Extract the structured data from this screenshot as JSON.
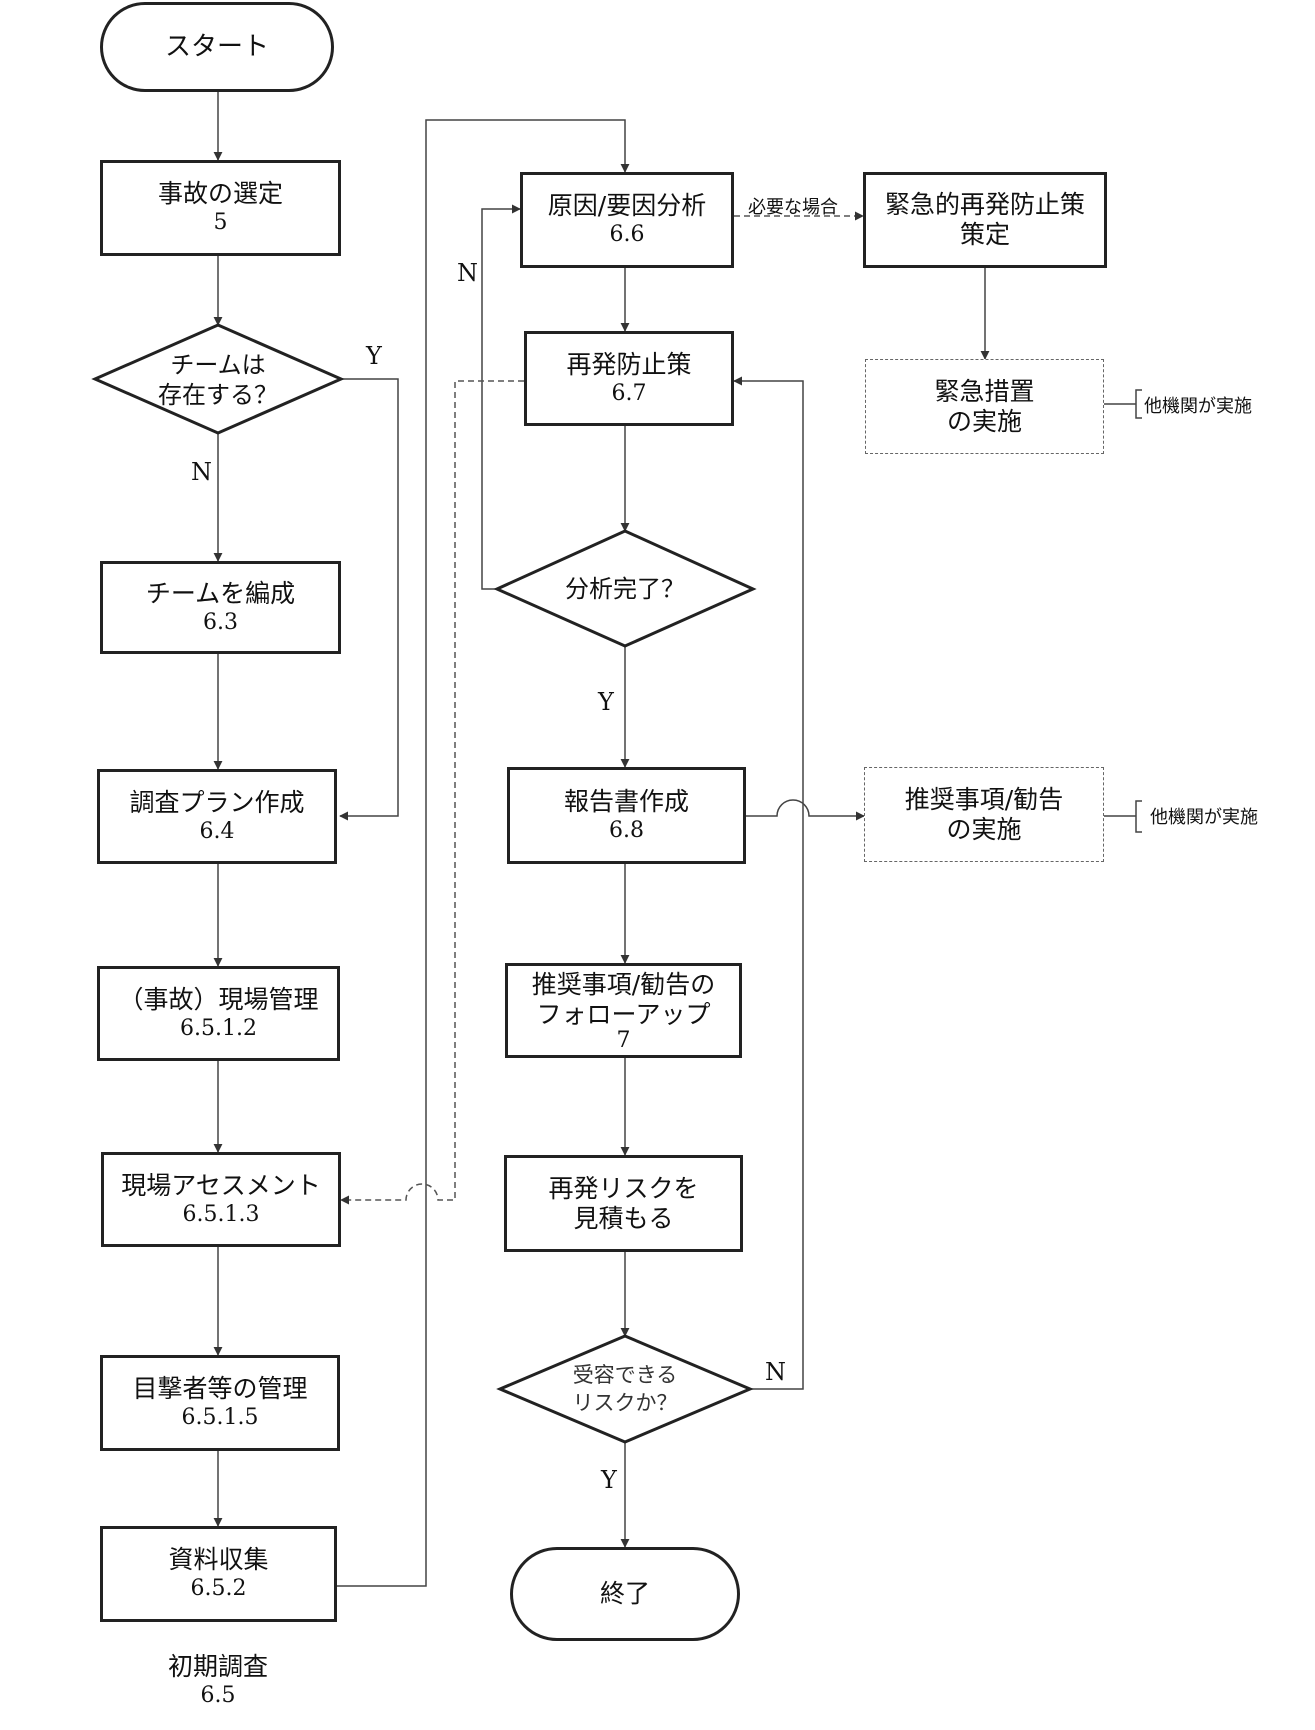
{
  "nodes": {
    "start": "スタート",
    "select": {
      "title": "事故の選定",
      "ref": "5"
    },
    "team_exists": {
      "line1": "チームは",
      "line2": "存在する？"
    },
    "form_team": {
      "title": "チームを編成",
      "ref": "6.3"
    },
    "plan": {
      "title": "調査プラン作成",
      "ref": "6.4"
    },
    "site": {
      "title": "（事故）現場管理",
      "ref": "6.5.1.2"
    },
    "assess": {
      "title": "現場アセスメント",
      "ref": "6.5.1.3"
    },
    "witness": {
      "title": "目撃者等の管理",
      "ref": "6.5.1.5"
    },
    "collect": {
      "title": "資料収集",
      "ref": "6.5.2"
    },
    "cause": {
      "title": "原因/要因分析",
      "ref": "6.6"
    },
    "prevent": {
      "title": "再発防止策",
      "ref": "6.7"
    },
    "analysis_done": "分析完了？",
    "report": {
      "title": "報告書作成",
      "ref": "6.8"
    },
    "followup": {
      "line1": "推奨事項/勧告の",
      "line2": "フォローアップ",
      "ref": "7"
    },
    "estimate": {
      "line1": "再発リスクを",
      "line2": "見積もる"
    },
    "acceptable": {
      "line1": "受容できる",
      "line2": "リスクか？"
    },
    "end": "終了",
    "emergency_plan": {
      "line1": "緊急的再発防止策",
      "line2": "策定"
    },
    "emergency_action": {
      "line1": "緊急措置",
      "line2": "の実施"
    },
    "recommend_impl": {
      "line1": "推奨事項/勧告",
      "line2": "の実施"
    }
  },
  "labels": {
    "y1": "Y",
    "n1": "N",
    "n2": "N",
    "y2": "Y",
    "n3": "N",
    "y3": "Y",
    "if_needed": "必要な場合",
    "other_org1": "他機関が実施",
    "other_org2": "他機関が実施"
  },
  "caption": {
    "title": "初期調査",
    "ref": "6.5"
  }
}
